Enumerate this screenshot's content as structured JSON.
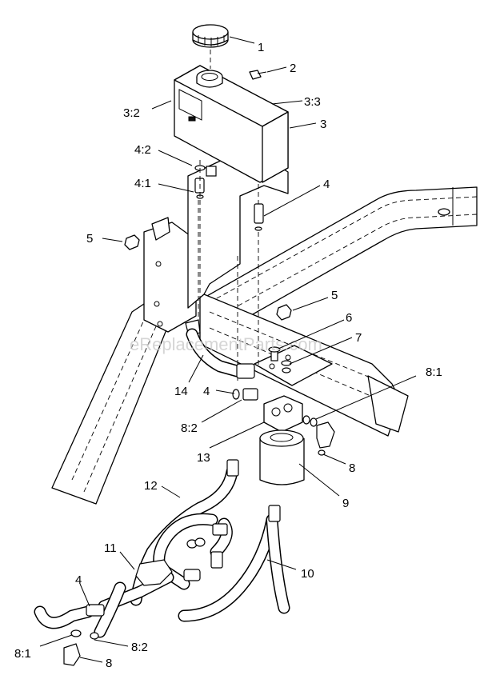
{
  "watermark": "eReplacementParts.com",
  "callouts": [
    {
      "id": "1",
      "label": "1"
    },
    {
      "id": "2",
      "label": "2"
    },
    {
      "id": "3-2",
      "label": "3:2"
    },
    {
      "id": "3-3",
      "label": "3:3"
    },
    {
      "id": "3",
      "label": "3"
    },
    {
      "id": "4-2",
      "label": "4:2"
    },
    {
      "id": "4-1",
      "label": "4:1"
    },
    {
      "id": "4-top",
      "label": "4"
    },
    {
      "id": "5-left",
      "label": "5"
    },
    {
      "id": "5-right",
      "label": "5"
    },
    {
      "id": "6",
      "label": "6"
    },
    {
      "id": "7",
      "label": "7"
    },
    {
      "id": "8-1-right",
      "label": "8:1"
    },
    {
      "id": "14",
      "label": "14"
    },
    {
      "id": "4-mid",
      "label": "4"
    },
    {
      "id": "8-2-mid",
      "label": "8:2"
    },
    {
      "id": "8-right",
      "label": "8"
    },
    {
      "id": "13",
      "label": "13"
    },
    {
      "id": "12",
      "label": "12"
    },
    {
      "id": "9",
      "label": "9"
    },
    {
      "id": "11",
      "label": "11"
    },
    {
      "id": "10",
      "label": "10"
    },
    {
      "id": "4-bottom",
      "label": "4"
    },
    {
      "id": "8-1-bottom",
      "label": "8:1"
    },
    {
      "id": "8-2-bottom",
      "label": "8:2"
    },
    {
      "id": "8-bottom",
      "label": "8"
    }
  ]
}
